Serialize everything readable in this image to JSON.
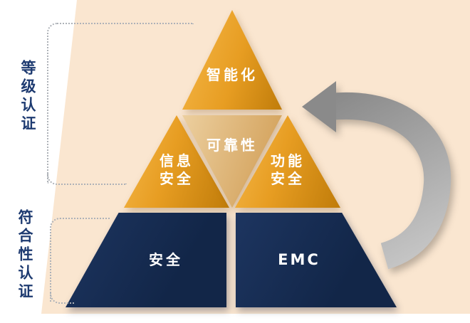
{
  "pyramid": {
    "top": {
      "label": "智能化"
    },
    "middle": {
      "left": {
        "line1": "信息",
        "line2": "安全"
      },
      "center": {
        "label": "可靠性"
      },
      "right": {
        "line1": "功能",
        "line2": "安全"
      }
    },
    "bottom": {
      "left": {
        "label": "安全"
      },
      "right": {
        "label": "EMC"
      }
    }
  },
  "side_labels": {
    "top": "等级认证",
    "bottom": "符合性认证"
  },
  "colors": {
    "background_band": "#fae6d0",
    "gold_light": "#f5b84a",
    "gold_mid": "#e79d22",
    "gold_dark": "#c07c0a",
    "tan_light": "#eccf9f",
    "tan_dark": "#cf9a50",
    "navy": "#122648",
    "navy_light": "#1d3560",
    "label_navy": "#1d3a70",
    "dotted_gray": "#aeb2b8",
    "arrow_dark": "#8a8a8a",
    "arrow_light": "#c6c6c6"
  }
}
